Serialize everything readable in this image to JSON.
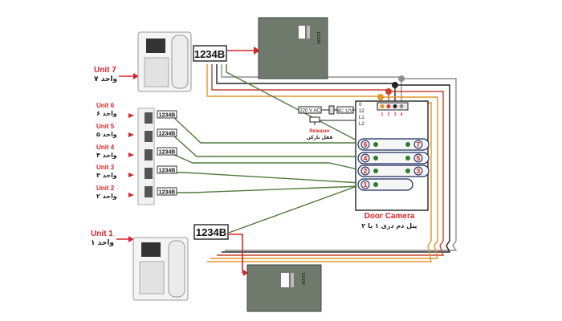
{
  "units": [
    {
      "en": "Unit 7",
      "fa": "واحد ۷"
    },
    {
      "en": "Unit 6",
      "fa": "واحد ۶"
    },
    {
      "en": "Unit 5",
      "fa": "واحد ۵"
    },
    {
      "en": "Unit 4",
      "fa": "واحد ۴"
    },
    {
      "en": "Unit 3",
      "fa": "واحد ۳"
    },
    {
      "en": "Unit 2",
      "fa": "واحد ۲"
    },
    {
      "en": "Unit 1",
      "fa": "واحد ۱"
    }
  ],
  "terminal": "1234B",
  "panel": {
    "title": "Door Camera",
    "subtitle": "پنل دم دری ۱ یا ۲",
    "ac_label": "220 V  AC",
    "ac12_label": "AC 12V",
    "terminals": [
      "0",
      "12",
      "L1",
      "L2"
    ],
    "pins": [
      "1",
      "2",
      "3",
      "4"
    ],
    "buttons_left": [
      "6",
      "4",
      "2",
      "1"
    ],
    "buttons_right": [
      "7",
      "5",
      "3"
    ]
  },
  "releasor": {
    "en": "Releasor",
    "fa": "قفل بازکن"
  },
  "camera_label": "DOOR",
  "colors": {
    "red": "#d6262a",
    "wire_green": "#4f7a3a",
    "wire_red": "#c8402e",
    "wire_orange": "#e0962a",
    "wire_gray": "#8d8d8d",
    "wire_black": "#222222",
    "camera_body": "#6f7a6d"
  }
}
